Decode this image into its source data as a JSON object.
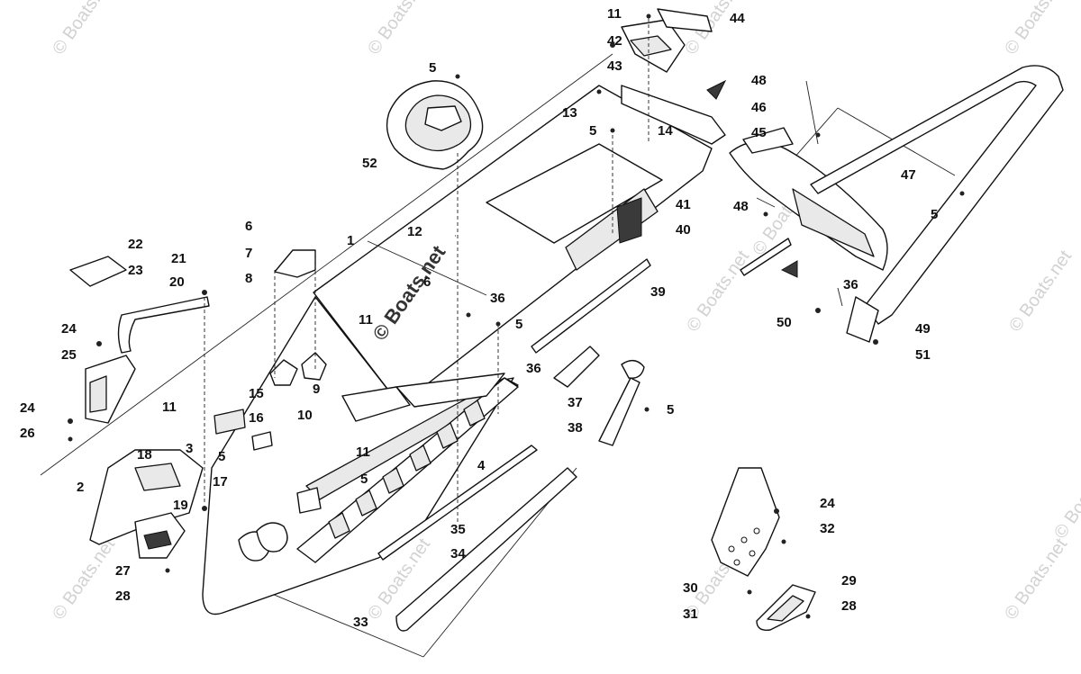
{
  "watermark": {
    "small_text": "© Boats.net",
    "center_text": "© Boats.net"
  },
  "callouts": [
    {
      "id": "c1",
      "label": "1"
    },
    {
      "id": "c2",
      "label": "2"
    },
    {
      "id": "c3",
      "label": "3"
    },
    {
      "id": "c4",
      "label": "4"
    },
    {
      "id": "c5a",
      "label": "5"
    },
    {
      "id": "c5b",
      "label": "5"
    },
    {
      "id": "c5c",
      "label": "5"
    },
    {
      "id": "c5d",
      "label": "5"
    },
    {
      "id": "c5e",
      "label": "5"
    },
    {
      "id": "c5f",
      "label": "5"
    },
    {
      "id": "c5g",
      "label": "5"
    },
    {
      "id": "c6a",
      "label": "6"
    },
    {
      "id": "c6b",
      "label": "6"
    },
    {
      "id": "c7",
      "label": "7"
    },
    {
      "id": "c8",
      "label": "8"
    },
    {
      "id": "c9",
      "label": "9"
    },
    {
      "id": "c10",
      "label": "10"
    },
    {
      "id": "c11a",
      "label": "11"
    },
    {
      "id": "c11b",
      "label": "11"
    },
    {
      "id": "c11c",
      "label": "11"
    },
    {
      "id": "c11d",
      "label": "11"
    },
    {
      "id": "c12",
      "label": "12"
    },
    {
      "id": "c13",
      "label": "13"
    },
    {
      "id": "c14",
      "label": "14"
    },
    {
      "id": "c15",
      "label": "15"
    },
    {
      "id": "c16",
      "label": "16"
    },
    {
      "id": "c17",
      "label": "17"
    },
    {
      "id": "c18",
      "label": "18"
    },
    {
      "id": "c19",
      "label": "19"
    },
    {
      "id": "c20",
      "label": "20"
    },
    {
      "id": "c21",
      "label": "21"
    },
    {
      "id": "c22",
      "label": "22"
    },
    {
      "id": "c23",
      "label": "23"
    },
    {
      "id": "c24a",
      "label": "24"
    },
    {
      "id": "c24b",
      "label": "24"
    },
    {
      "id": "c24c",
      "label": "24"
    },
    {
      "id": "c25",
      "label": "25"
    },
    {
      "id": "c26",
      "label": "26"
    },
    {
      "id": "c27",
      "label": "27"
    },
    {
      "id": "c28a",
      "label": "28"
    },
    {
      "id": "c28b",
      "label": "28"
    },
    {
      "id": "c29",
      "label": "29"
    },
    {
      "id": "c30",
      "label": "30"
    },
    {
      "id": "c31",
      "label": "31"
    },
    {
      "id": "c32",
      "label": "32"
    },
    {
      "id": "c33",
      "label": "33"
    },
    {
      "id": "c34",
      "label": "34"
    },
    {
      "id": "c35",
      "label": "35"
    },
    {
      "id": "c36a",
      "label": "36"
    },
    {
      "id": "c36b",
      "label": "36"
    },
    {
      "id": "c36c",
      "label": "36"
    },
    {
      "id": "c37",
      "label": "37"
    },
    {
      "id": "c38",
      "label": "38"
    },
    {
      "id": "c39",
      "label": "39"
    },
    {
      "id": "c40",
      "label": "40"
    },
    {
      "id": "c41",
      "label": "41"
    },
    {
      "id": "c42",
      "label": "42"
    },
    {
      "id": "c43",
      "label": "43"
    },
    {
      "id": "c44",
      "label": "44"
    },
    {
      "id": "c45",
      "label": "45"
    },
    {
      "id": "c46",
      "label": "46"
    },
    {
      "id": "c47",
      "label": "47"
    },
    {
      "id": "c48a",
      "label": "48"
    },
    {
      "id": "c48b",
      "label": "48"
    },
    {
      "id": "c49",
      "label": "49"
    },
    {
      "id": "c50",
      "label": "50"
    },
    {
      "id": "c51",
      "label": "51"
    },
    {
      "id": "c52",
      "label": "52"
    }
  ]
}
